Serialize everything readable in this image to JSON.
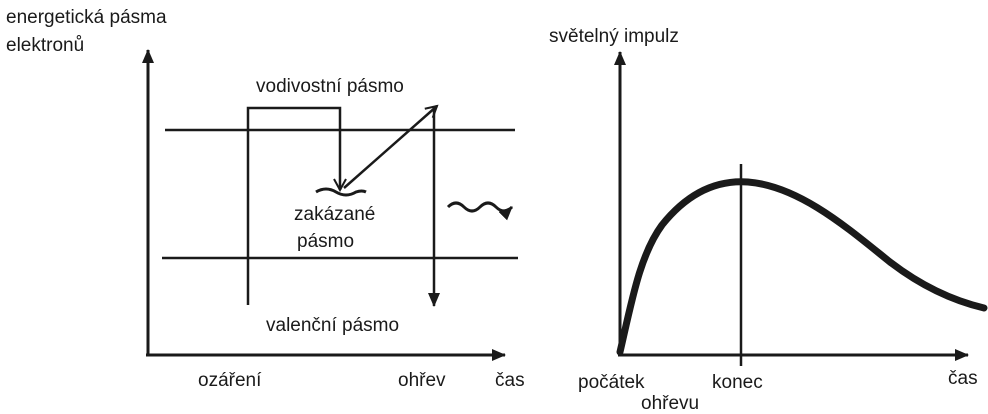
{
  "left_diagram": {
    "y_axis_label_line1": "energetická pásma",
    "y_axis_label_line2": "elektronů",
    "conduction_band": "vodivostní pásmo",
    "forbidden_band_line1": "zakázané",
    "forbidden_band_line2": "pásmo",
    "valence_band": "valenční pásmo",
    "x_label_irradiation": "ozáření",
    "x_label_heating": "ohřev",
    "x_axis_label": "čas"
  },
  "right_diagram": {
    "y_axis_label": "světelný impulz",
    "x_label_start_line1": "počátek",
    "x_label_start_line2": "ohřevu",
    "x_label_end": "konec",
    "x_axis_label": "čas"
  },
  "colors": {
    "ink": "#1a1a1a",
    "background": "#ffffff"
  }
}
